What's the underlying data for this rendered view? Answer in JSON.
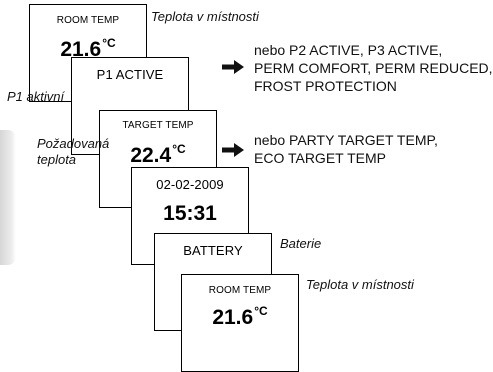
{
  "panels": [
    {
      "label": "ROOM TEMP",
      "value": "21.6",
      "unit": "°C"
    },
    {
      "label": "P1 ACTIVE"
    },
    {
      "label": "TARGET TEMP",
      "value": "22.4",
      "unit": "°C"
    },
    {
      "label": "02-02-2009",
      "value": "15:31"
    },
    {
      "label": "BATTERY"
    },
    {
      "label": "ROOM TEMP",
      "value": "21.6",
      "unit": "°C"
    }
  ],
  "captions": {
    "room_temp_1": "Teplota v místnosti",
    "p1_active": "P1 aktivní",
    "target_temp_line1": "Požadovaná",
    "target_temp_line2": "teplota",
    "battery": "Baterie",
    "room_temp_2": "Teplota v místnosti"
  },
  "notes": {
    "modes": [
      "nebo P2 ACTIVE, P3 ACTIVE,",
      "PERM COMFORT, PERM REDUCED,",
      "FROST PROTECTION"
    ],
    "targets": [
      "nebo PARTY TARGET TEMP,",
      "ECO TARGET TEMP"
    ]
  }
}
